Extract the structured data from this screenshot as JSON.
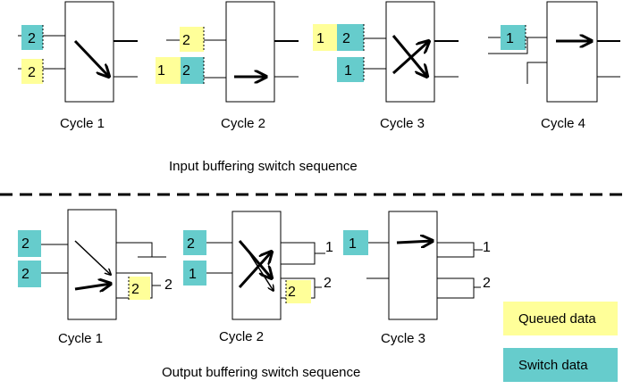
{
  "colors": {
    "queued": "#ffff99",
    "switch": "#66cccc",
    "line": "#000000",
    "background": "#ffffff"
  },
  "input_section": {
    "caption": "Input buffering switch sequence",
    "cycles": [
      {
        "label": "Cycle 1",
        "cells": [
          "2",
          "2"
        ]
      },
      {
        "label": "Cycle 2",
        "cells": [
          "2",
          "1",
          "2"
        ]
      },
      {
        "label": "Cycle 3",
        "cells": [
          "1",
          "2",
          "1"
        ]
      },
      {
        "label": "Cycle 4",
        "cells": [
          "1"
        ]
      }
    ]
  },
  "output_section": {
    "caption": "Output buffering switch sequence",
    "cycles": [
      {
        "label": "Cycle 1",
        "cells": [
          "2",
          "2",
          "2"
        ],
        "port_label": "2"
      },
      {
        "label": "Cycle 2",
        "cells": [
          "2",
          "1",
          "2"
        ],
        "port_labels": [
          "1",
          "2"
        ]
      },
      {
        "label": "Cycle 3",
        "cells": [
          "1"
        ],
        "port_labels": [
          "1",
          "2"
        ]
      }
    ]
  },
  "legend": {
    "queued_label": "Queued data",
    "switch_label": "Switch data"
  }
}
